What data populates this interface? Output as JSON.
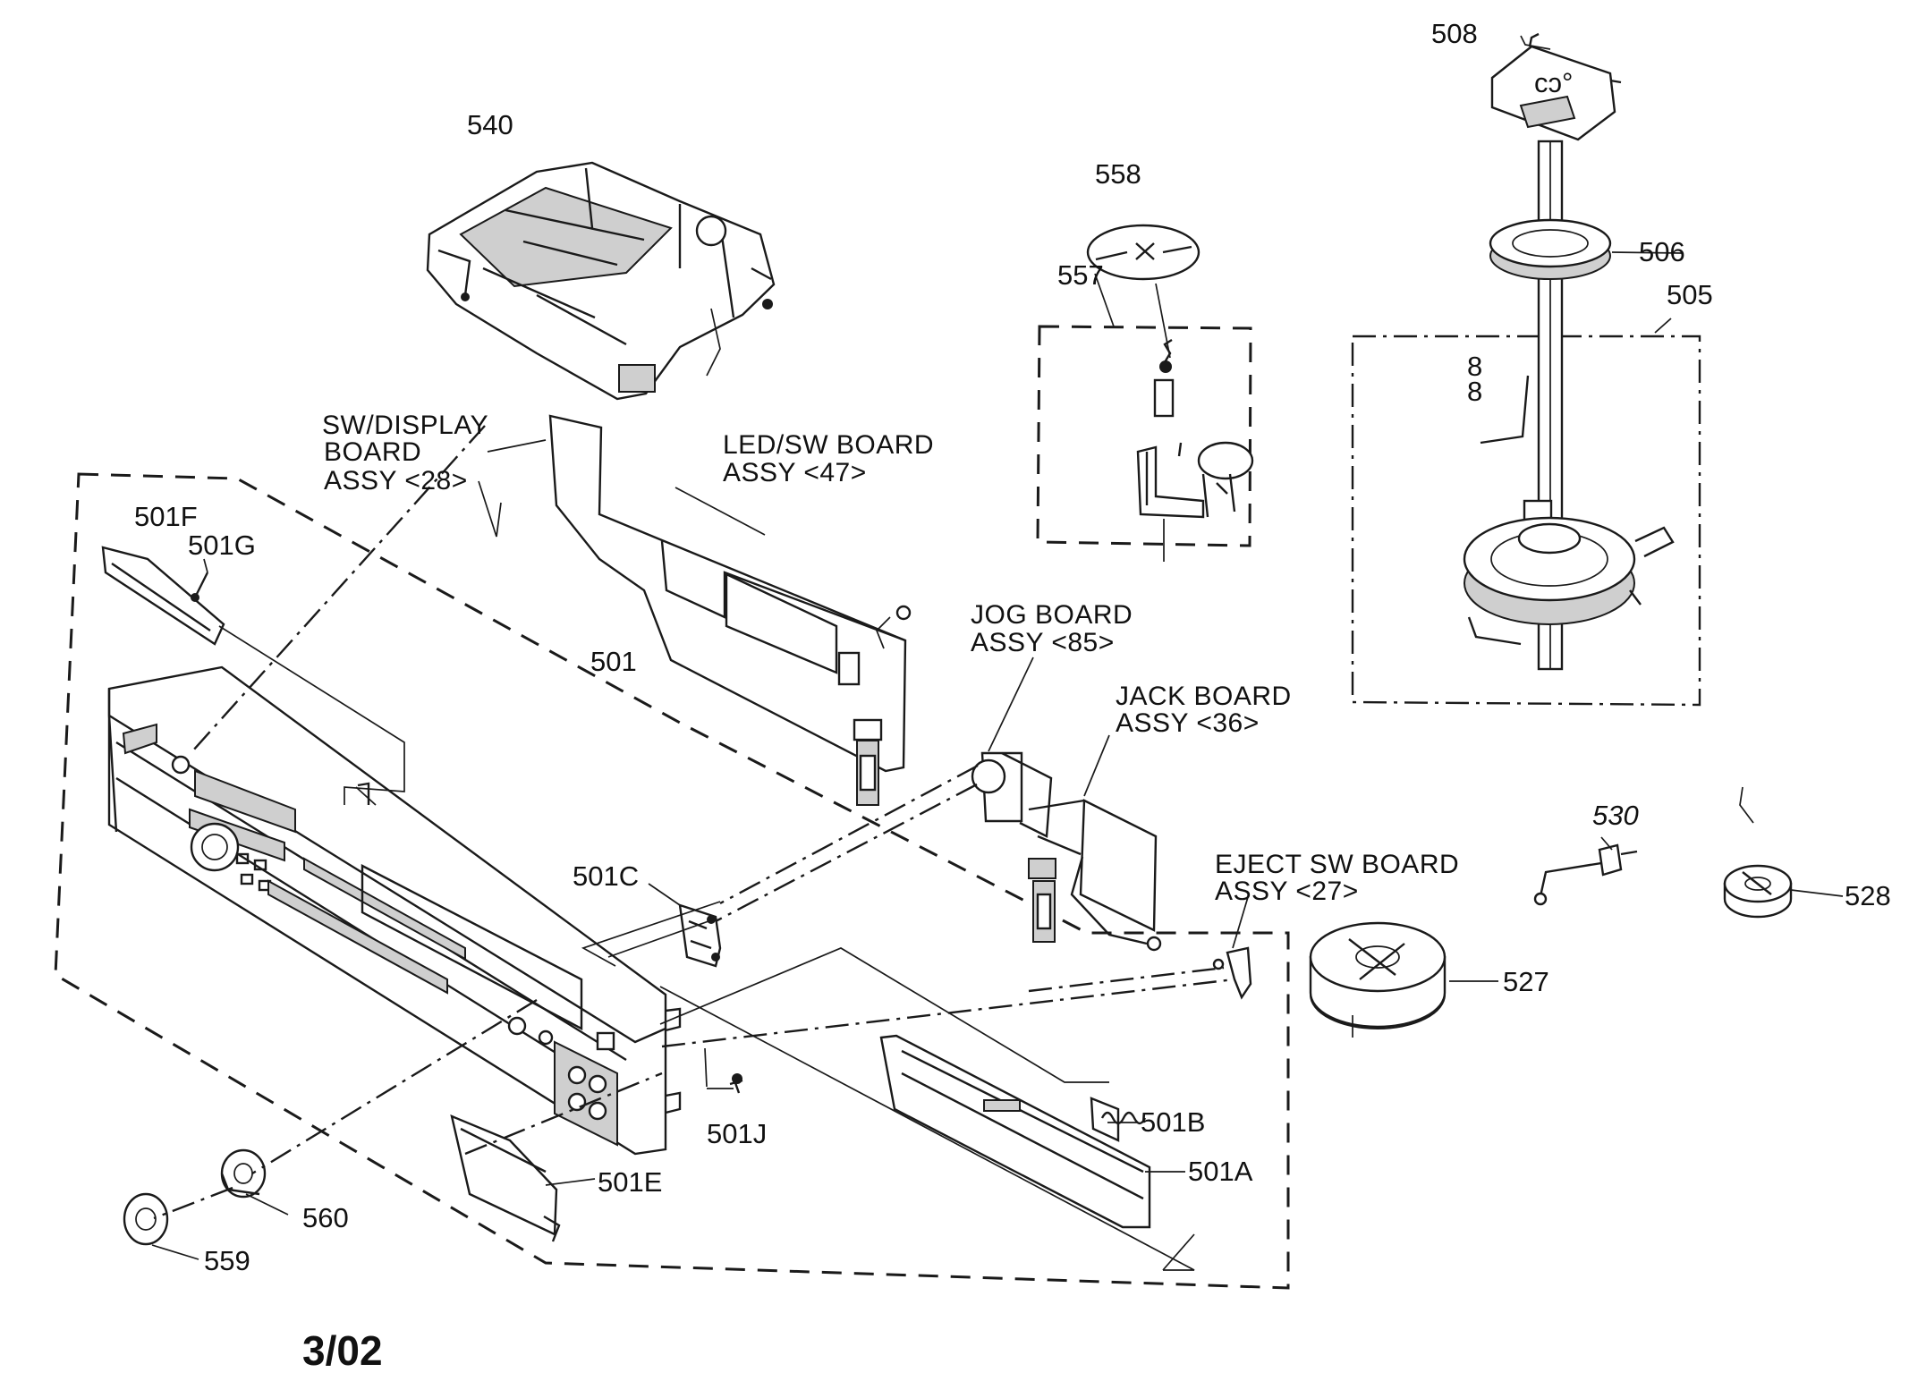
{
  "labels": {
    "p540": "540",
    "p558": "558",
    "p557": "557",
    "p508": "508",
    "p506": "506",
    "p505": "505",
    "p501": "501",
    "p501F": "501F",
    "p501G": "501G",
    "p501C": "501C",
    "p501J": "501J",
    "p501E": "501E",
    "p501B": "501B",
    "p501A": "501A",
    "p530": "530",
    "p528": "528",
    "p527": "527",
    "p560": "560",
    "p559": "559"
  },
  "assemblies": {
    "sw_display_1": "SW/DISPLAY",
    "sw_display_2": "BOARD",
    "sw_display_3": "ASSY <28>",
    "led_sw_1": "LED/SW BOARD",
    "led_sw_2": "ASSY <47>",
    "jog_1": "JOG BOARD",
    "jog_2": "ASSY <85>",
    "jack_1": "JACK BOARD",
    "jack_2": "ASSY <36>",
    "eject_1": "EJECT SW BOARD",
    "eject_2": "ASSY <27>"
  },
  "footer": {
    "date": "3/02"
  }
}
